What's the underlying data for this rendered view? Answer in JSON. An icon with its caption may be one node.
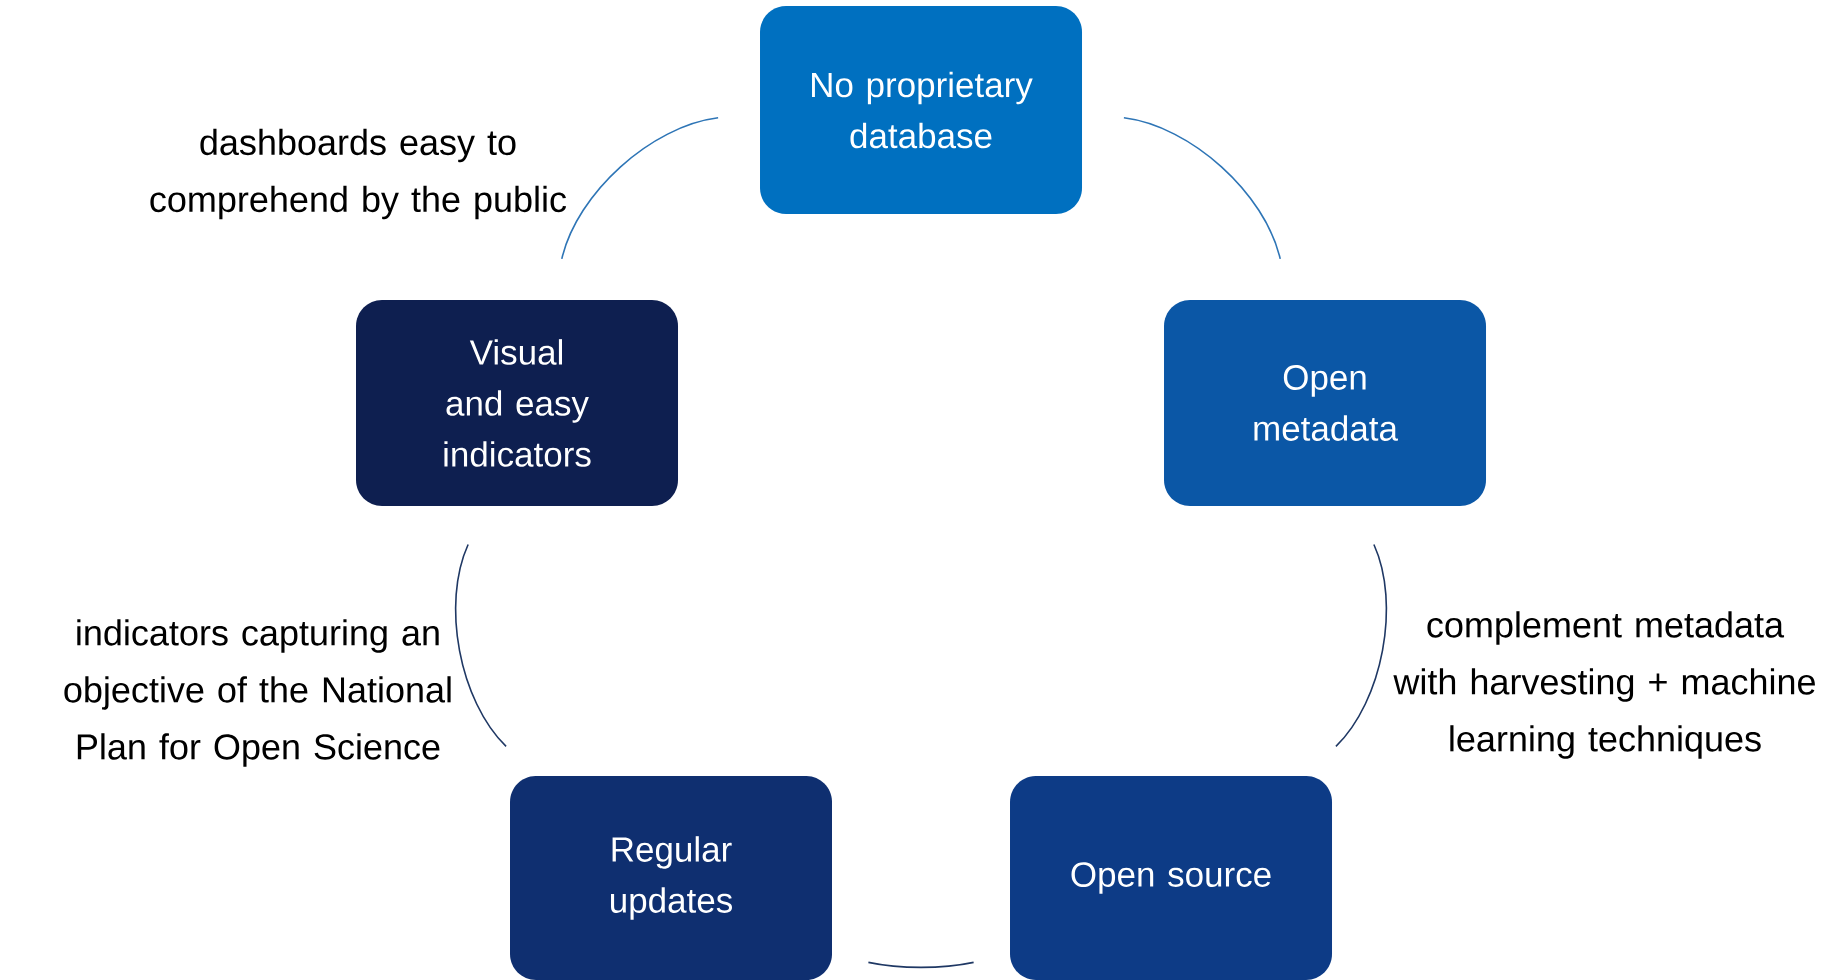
{
  "diagram": {
    "nodes": [
      {
        "text": [
          "No proprietary database"
        ]
      },
      {
        "text": [
          "Open metadata"
        ]
      },
      {
        "text": [
          "Open source"
        ]
      },
      {
        "text": [
          "Regular updates"
        ]
      },
      {
        "text": [
          "Visual and easy indicators"
        ]
      }
    ],
    "edges": [
      {
        "from": 0,
        "to": 1,
        "arrow": "none",
        "color": "#2e75b6"
      },
      {
        "from": 1,
        "to": 2,
        "arrow": "none"
      },
      {
        "from": 2,
        "to": 3,
        "arrow": "none"
      },
      {
        "from": 3,
        "to": 4,
        "arrow": "none"
      },
      {
        "from": 4,
        "to": 0,
        "arrow": "none",
        "color": "#2e75b6"
      }
    ],
    "labels": [
      "dashboards easy to comprehend by the public",
      "complement metadata with harvesting + machine learning techniques",
      "indicators capturing an objective of the National Plan for Open Science"
    ]
  }
}
